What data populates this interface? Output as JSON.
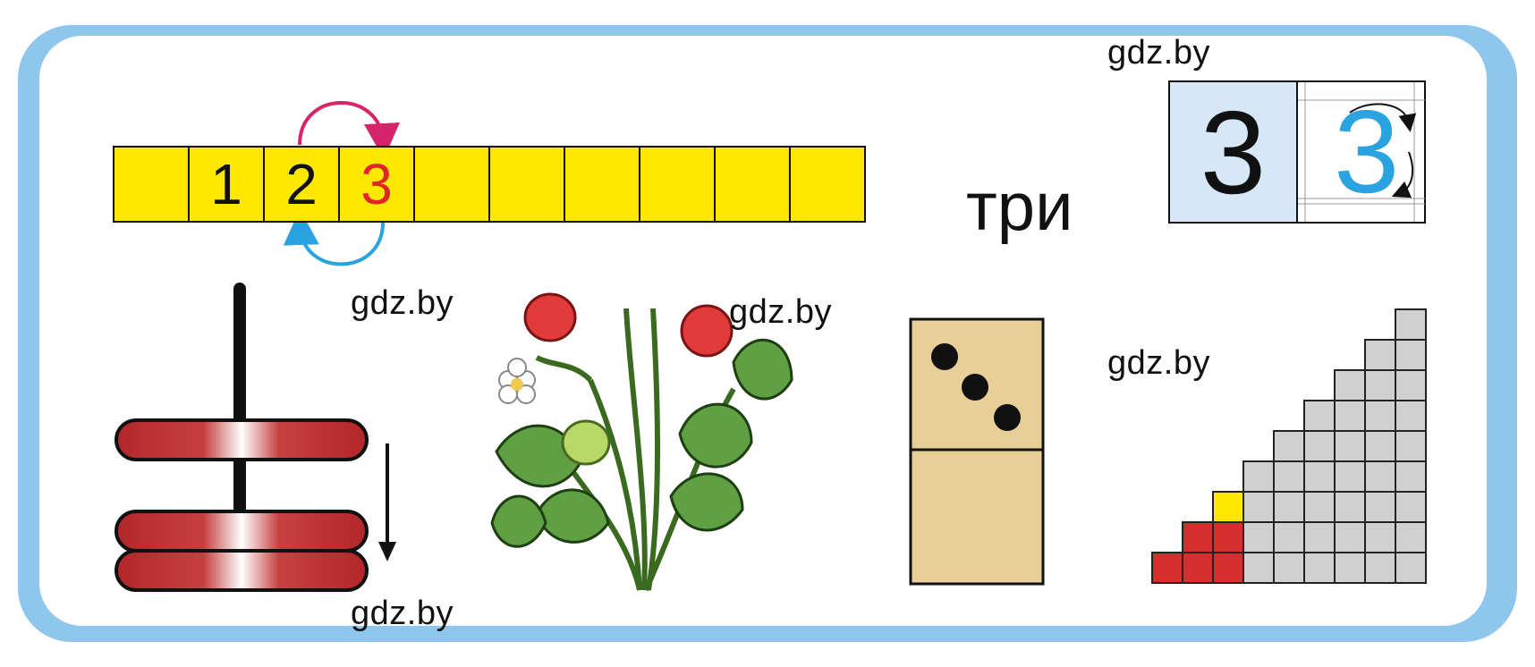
{
  "watermark": "gdz.by",
  "number_line": {
    "cells": [
      "",
      "1",
      "2",
      "3",
      "",
      "",
      "",
      "",
      "",
      ""
    ],
    "highlight_index": 3,
    "highlight_color": "#e0242a",
    "arrow_top_color": "#d6246b",
    "arrow_bottom_color": "#2aa3e0"
  },
  "word": "три",
  "digit_card": {
    "printed": "3",
    "written": "3",
    "written_color": "#2aa3e0"
  },
  "domino": {
    "top_pips": 3,
    "bottom_pips": 0
  },
  "rings": {
    "count": 3
  },
  "staircase": {
    "columns": 9,
    "highlight_colors": {
      "red": "#d32f2f",
      "yellow": "#ffe800",
      "gray": "#d0d0d0"
    }
  }
}
